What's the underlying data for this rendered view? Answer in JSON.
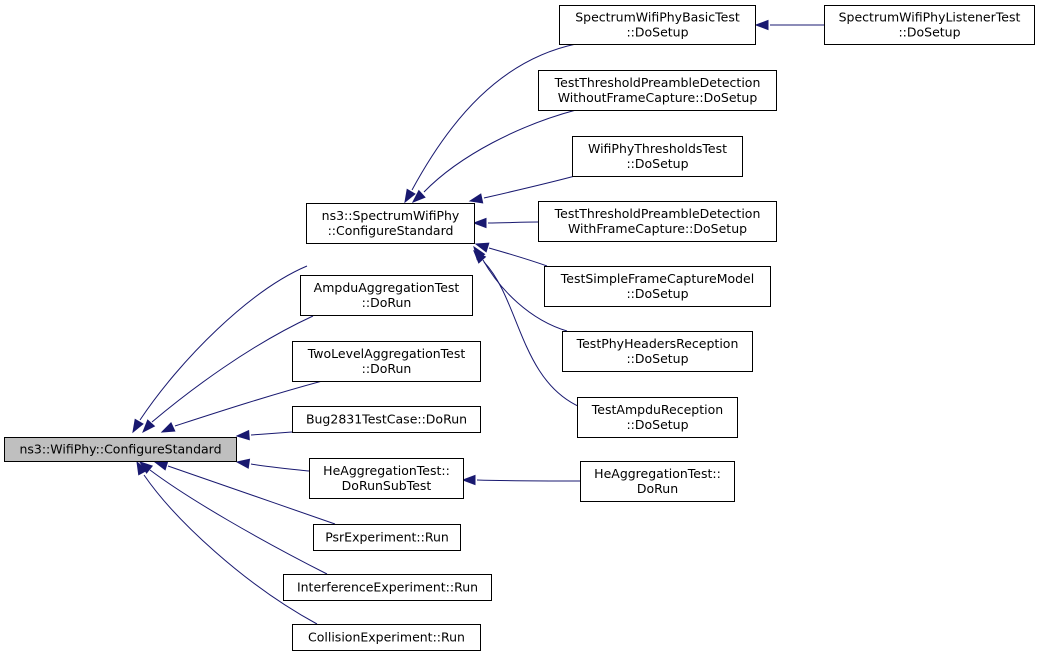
{
  "graph": {
    "root": "ns3::WifiPhy::ConfigureStandard",
    "nodes": [
      {
        "id": "root",
        "lines": [
          "ns3::WifiPhy::ConfigureStandard"
        ]
      },
      {
        "id": "spectrum",
        "lines": [
          "ns3::SpectrumWifiPhy",
          "::ConfigureStandard"
        ]
      },
      {
        "id": "ampdu_agg",
        "lines": [
          "AmpduAggregationTest",
          "::DoRun"
        ]
      },
      {
        "id": "twolevel",
        "lines": [
          "TwoLevelAggregationTest",
          "::DoRun"
        ]
      },
      {
        "id": "bug2831",
        "lines": [
          "Bug2831TestCase::DoRun"
        ]
      },
      {
        "id": "he_sub",
        "lines": [
          "HeAggregationTest::",
          "DoRunSubTest"
        ]
      },
      {
        "id": "psr",
        "lines": [
          "PsrExperiment::Run"
        ]
      },
      {
        "id": "interference",
        "lines": [
          "InterferenceExperiment::Run"
        ]
      },
      {
        "id": "collision",
        "lines": [
          "CollisionExperiment::Run"
        ]
      },
      {
        "id": "basic",
        "lines": [
          "SpectrumWifiPhyBasicTest",
          "::DoSetup"
        ]
      },
      {
        "id": "listener",
        "lines": [
          "SpectrumWifiPhyListenerTest",
          "::DoSetup"
        ]
      },
      {
        "id": "thr_without",
        "lines": [
          "TestThresholdPreambleDetection",
          "WithoutFrameCapture::DoSetup"
        ]
      },
      {
        "id": "thresholds",
        "lines": [
          "WifiPhyThresholdsTest",
          "::DoSetup"
        ]
      },
      {
        "id": "thr_with",
        "lines": [
          "TestThresholdPreambleDetection",
          "WithFrameCapture::DoSetup"
        ]
      },
      {
        "id": "simple_capture",
        "lines": [
          "TestSimpleFrameCaptureModel",
          "::DoSetup"
        ]
      },
      {
        "id": "headers",
        "lines": [
          "TestPhyHeadersReception",
          "::DoSetup"
        ]
      },
      {
        "id": "ampdu_rx",
        "lines": [
          "TestAmpduReception",
          "::DoSetup"
        ]
      },
      {
        "id": "he_run",
        "lines": [
          "HeAggregationTest::",
          "DoRun"
        ]
      }
    ],
    "edges": [
      {
        "from": "spectrum",
        "to": "root"
      },
      {
        "from": "ampdu_agg",
        "to": "root"
      },
      {
        "from": "twolevel",
        "to": "root"
      },
      {
        "from": "bug2831",
        "to": "root"
      },
      {
        "from": "he_sub",
        "to": "root"
      },
      {
        "from": "psr",
        "to": "root"
      },
      {
        "from": "interference",
        "to": "root"
      },
      {
        "from": "collision",
        "to": "root"
      },
      {
        "from": "basic",
        "to": "spectrum"
      },
      {
        "from": "listener",
        "to": "basic"
      },
      {
        "from": "thr_without",
        "to": "spectrum"
      },
      {
        "from": "thresholds",
        "to": "spectrum"
      },
      {
        "from": "thr_with",
        "to": "spectrum"
      },
      {
        "from": "simple_capture",
        "to": "spectrum"
      },
      {
        "from": "headers",
        "to": "spectrum"
      },
      {
        "from": "ampdu_rx",
        "to": "spectrum"
      },
      {
        "from": "he_run",
        "to": "he_sub"
      }
    ],
    "colors": {
      "edge": "#191970",
      "root_fill": "#bfbfbf",
      "node_fill": "#ffffff",
      "border": "#000000"
    }
  }
}
